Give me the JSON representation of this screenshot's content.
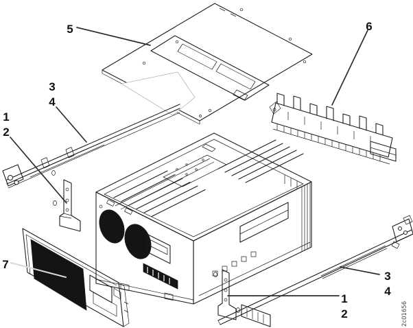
{
  "colors": {
    "background": "#ffffff",
    "line": "#1c1c1c",
    "dark_fill": "#141414",
    "light_leader": "#d9d9d9"
  },
  "callouts": {
    "top_cover": "5",
    "rear_component": "6",
    "left_rail_a": "3",
    "left_rail_b": "4",
    "left_latch_a": "1",
    "left_latch_b": "2",
    "front_bezel": "7",
    "right_rail_a": "3",
    "right_rail_b": "4",
    "right_latch_a": "1",
    "right_latch_b": "2"
  },
  "artwork_id": "2c01656"
}
